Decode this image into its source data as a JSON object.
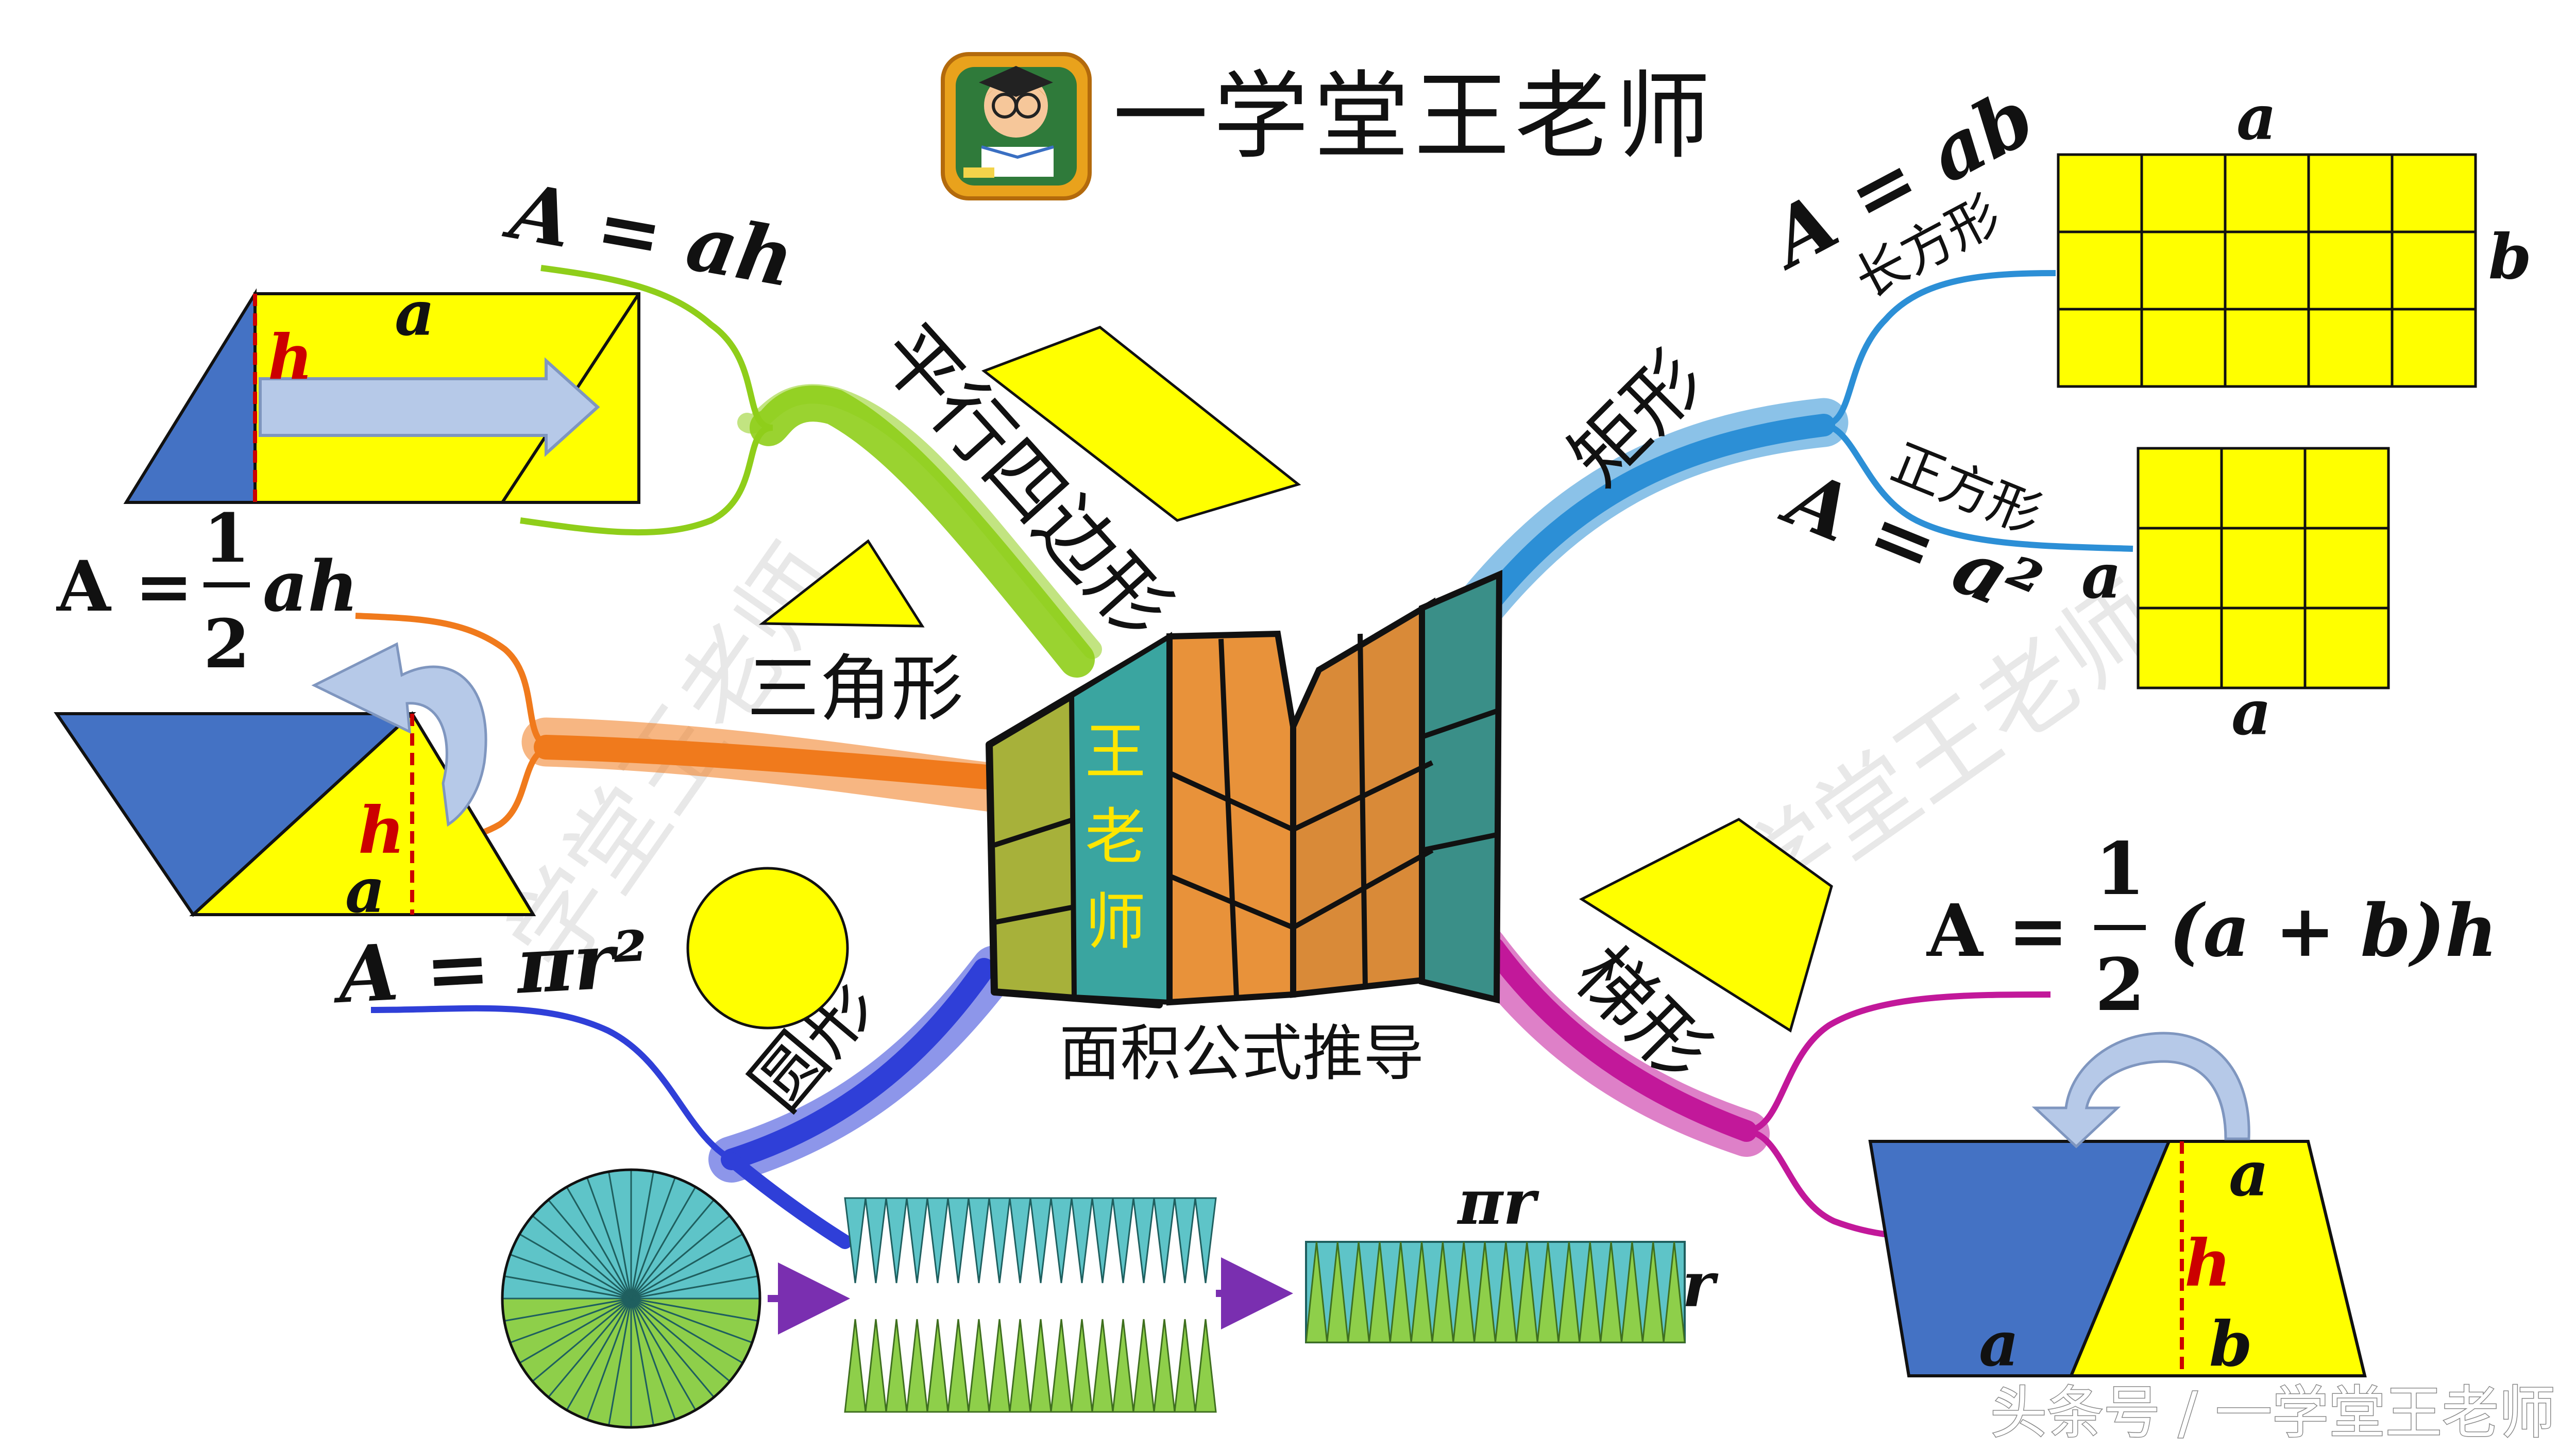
{
  "header": {
    "title": "一学堂王老师",
    "logo_name": "teacher-logo"
  },
  "center": {
    "caption": "面积公式推导",
    "book_text": [
      "王",
      "老",
      "师"
    ]
  },
  "watermarks": [
    "学堂王老师",
    "学堂王老师"
  ],
  "footer": {
    "credit": "头条号 / 一学堂王老师"
  },
  "branches": {
    "parallelogram": {
      "label": "平行四边形",
      "color": "#8fce1a",
      "formula": "A = ah",
      "base_label": "a",
      "height_label": "h"
    },
    "triangle": {
      "label": "三角形",
      "color": "#f07a1c",
      "formula_lhs": "A =",
      "formula_num": "1",
      "formula_den": "2",
      "formula_rhs": "ah",
      "height_label": "h",
      "base_label": "a"
    },
    "circle": {
      "label": "圆形",
      "color": "#2f3fd8",
      "formula": "A = πr²",
      "length_label": "πr",
      "radius_label": "r"
    },
    "rectangle": {
      "label": "矩形",
      "color": "#2c8fd6",
      "sub_rect_label": "长方形",
      "sub_rect_formula": "A = ab",
      "rect_top_label": "a",
      "rect_side_label": "b",
      "sub_square_label": "正方形",
      "sub_square_formula": "A = a²",
      "square_side_label": "a",
      "square_bottom_label": "a"
    },
    "trapezoid": {
      "label": "梯形",
      "color": "#c2189a",
      "formula_lhs": "A =",
      "formula_num": "1",
      "formula_den": "2",
      "formula_rhs": "(a + b)h",
      "top_label": "a",
      "height_label": "h",
      "right_label": "b",
      "bottom_label": "a"
    }
  }
}
